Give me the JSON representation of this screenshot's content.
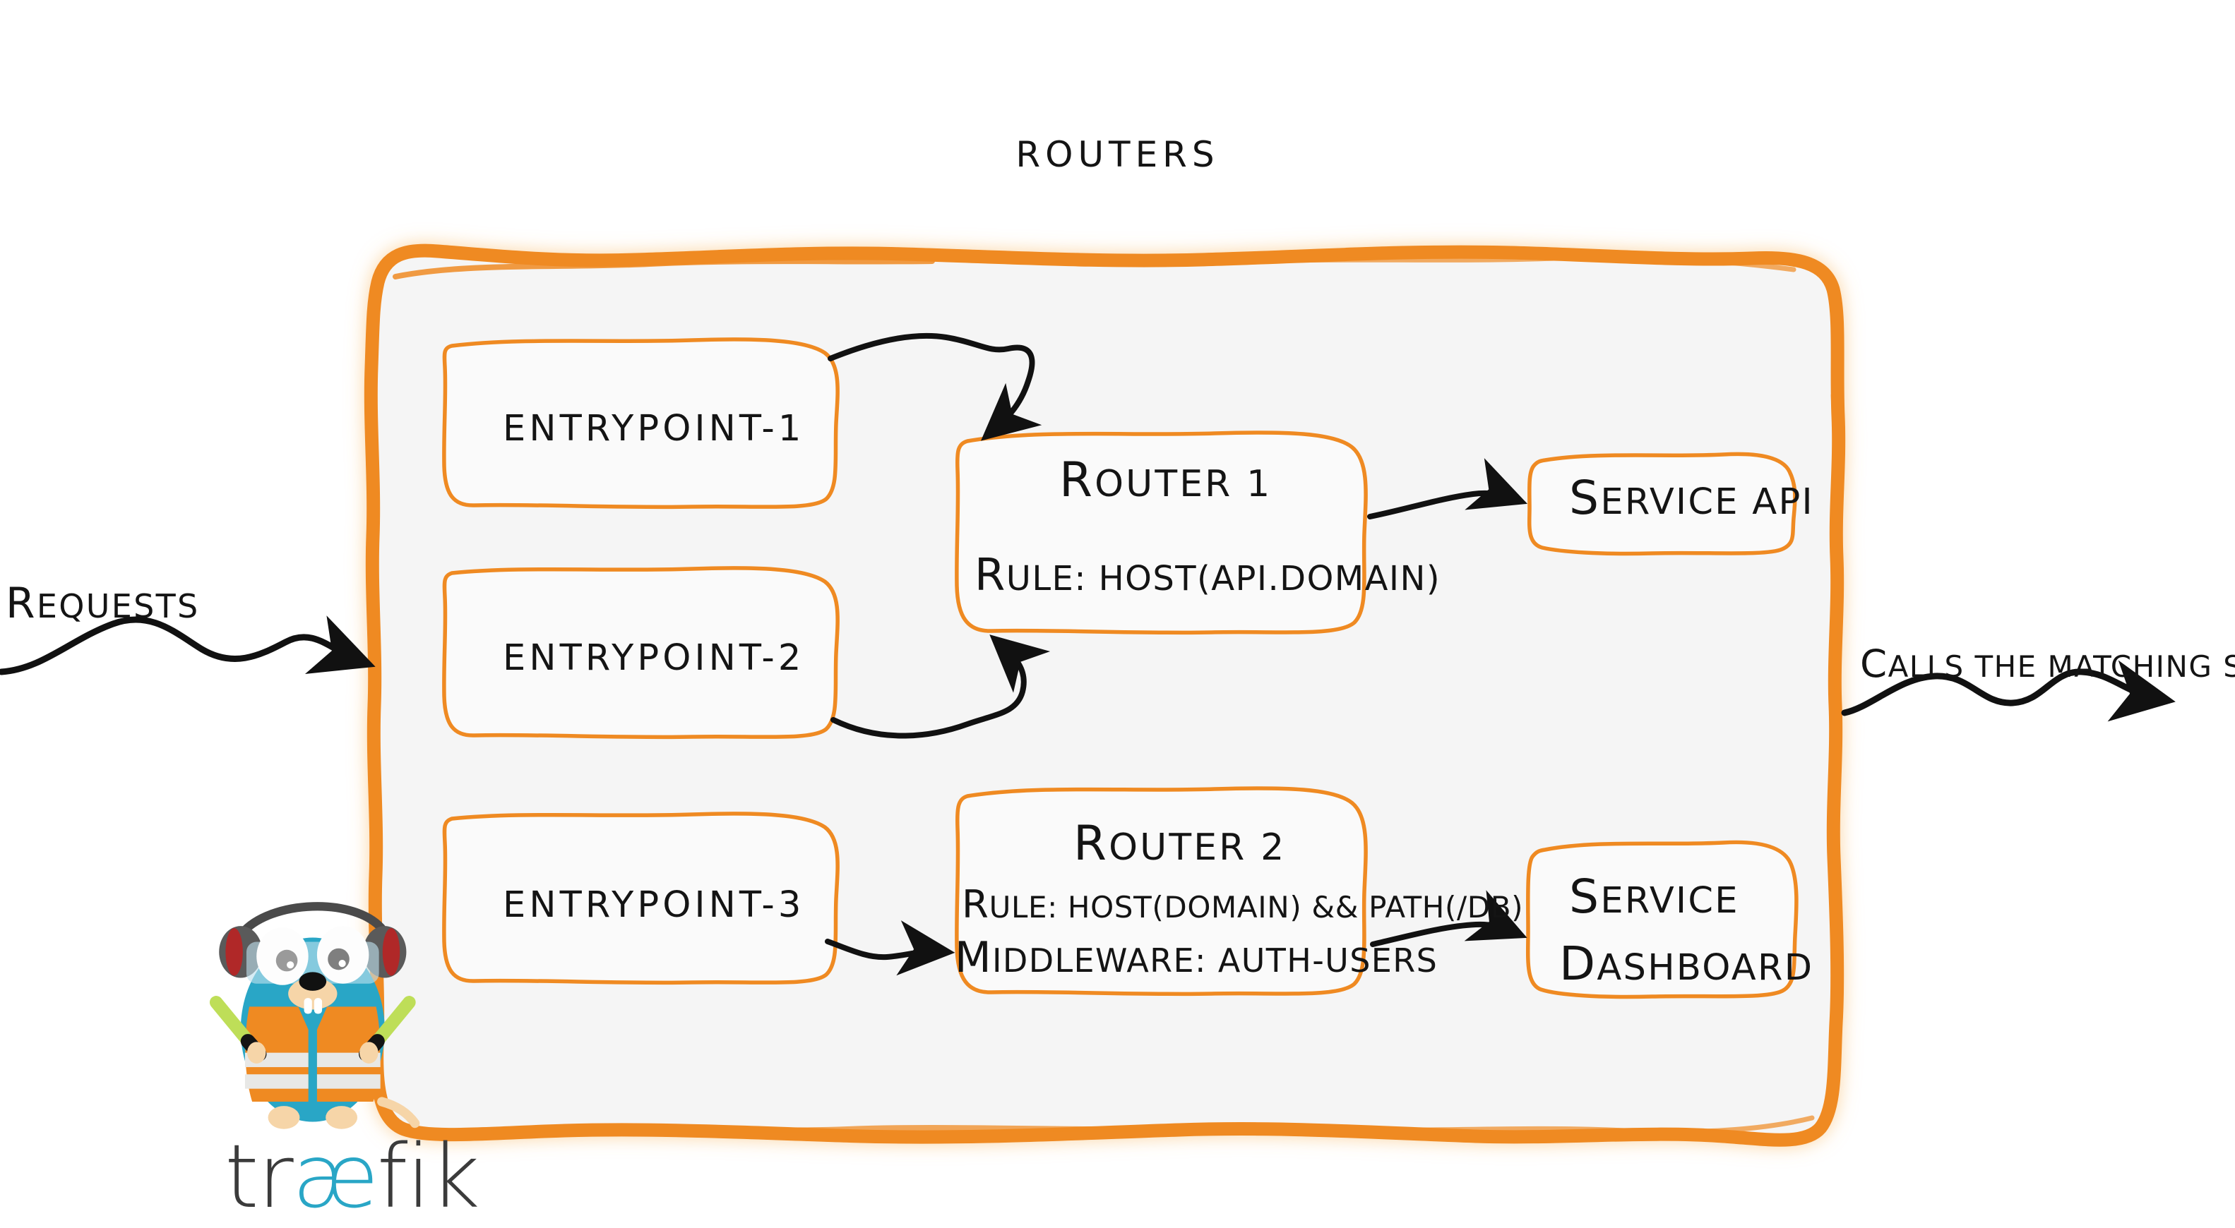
{
  "diagram": {
    "title": "Routers",
    "accent_color": "#ef8a22",
    "panel_fill": "#f5f5f5",
    "text_color": "#141414",
    "arrow_color": "#111111"
  },
  "entrypoints": [
    {
      "label": "entrypoint-1"
    },
    {
      "label": "entrypoint-2"
    },
    {
      "label": "entrypoint-3"
    }
  ],
  "routers": [
    {
      "name": "Router 1",
      "rule": "rule: Host(api.domain)"
    },
    {
      "name": "Router 2",
      "rule": "rule: Host(domain) && Path(/db)",
      "middleware": "Middleware: auth-users"
    }
  ],
  "services": [
    {
      "label": "Service API"
    },
    {
      "line1": "Service",
      "line2": "Dashboard"
    }
  ],
  "io_labels": {
    "incoming": "Requests",
    "outgoing": "Calls the matching server"
  },
  "logo": {
    "wordmark_part1": "tr",
    "wordmark_part2": "æ",
    "wordmark_part3": "fik",
    "body_color": "#29a6c6",
    "vest_color": "#ef8a22",
    "stripe_color": "#e8e8e6",
    "wand_color": "#bede58",
    "muff_color": "#5a5a5a",
    "muff_accent": "#b02828",
    "skin_color": "#f6d5a8"
  }
}
